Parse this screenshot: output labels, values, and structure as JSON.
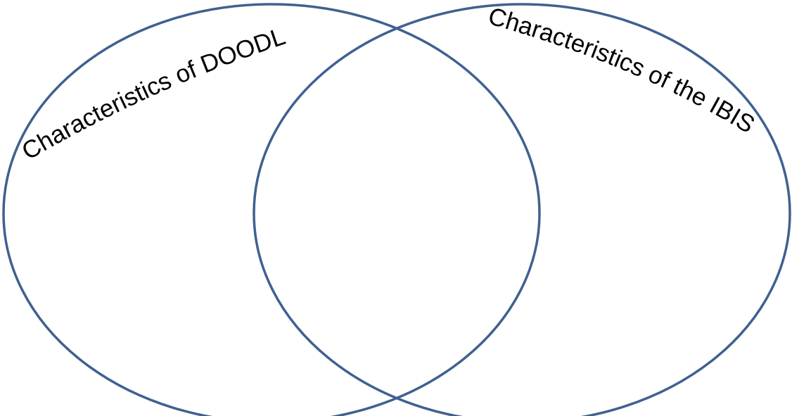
{
  "diagram": {
    "type": "venn",
    "outline_color": "#3f6190",
    "left_set": {
      "label": "Characteristics of DOODLE"
    },
    "right_set": {
      "label": "Characteristics of the IBIS"
    }
  }
}
